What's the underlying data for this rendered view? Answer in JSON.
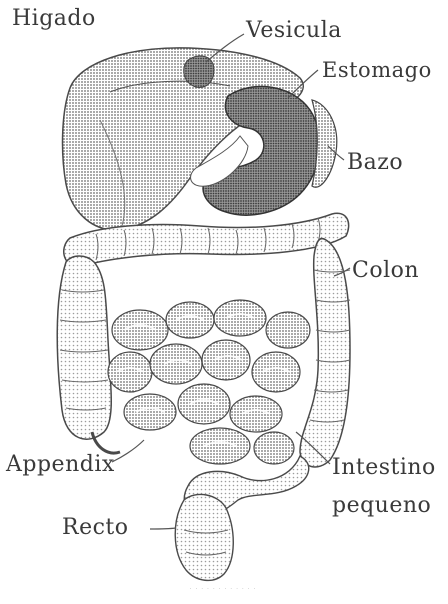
{
  "labels": {
    "higado": "Higado",
    "vesicula": "Vesicula",
    "estomago": "Estomago",
    "bazo": "Bazo",
    "colon": "Colon",
    "appendix": "Appendix",
    "intestino_line1": "Intestino",
    "intestino_line2": "pequeno",
    "recto": "Recto"
  },
  "colors": {
    "ink": "#3a3a3a",
    "shade": "#8a8a8a",
    "light": "#d8d8d8",
    "background": "#ffffff"
  }
}
